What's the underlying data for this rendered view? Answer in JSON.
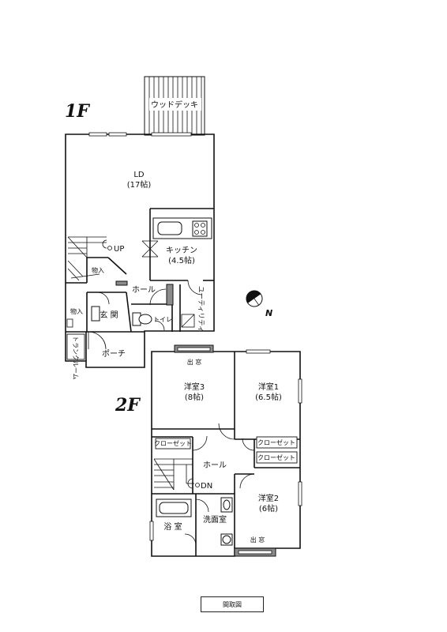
{
  "floors": {
    "first": {
      "label": "1F",
      "rooms": {
        "wood_deck": "ウッドデッキ",
        "ld": "LD",
        "ld_size": "(17帖)",
        "kitchen": "キッチン",
        "kitchen_size": "(4.5帖)",
        "up": "UP",
        "storage_upper": "物入",
        "hall": "ホール",
        "storage_lower": "物入",
        "entrance": "玄 関",
        "toilet": "トイレ",
        "utility": "ユーティリティ",
        "trunk_room": "トランクルーム",
        "porch": "ポーチ"
      }
    },
    "second": {
      "label": "2F",
      "rooms": {
        "bay_window_top": "出 窓",
        "room3": "洋室3",
        "room3_size": "(8帖)",
        "room1": "洋室1",
        "room1_size": "(6.5帖)",
        "closet_left": "クローゼット",
        "closet_right_top": "クローゼット",
        "closet_right_bottom": "クローゼット",
        "hall": "ホール",
        "dn": "DN",
        "room2": "洋室2",
        "room2_size": "(6帖)",
        "bath": "浴 室",
        "washroom": "洗面室",
        "bay_window_bottom": "出 窓"
      }
    }
  },
  "compass": {
    "label": "N"
  },
  "caption": "間取図"
}
